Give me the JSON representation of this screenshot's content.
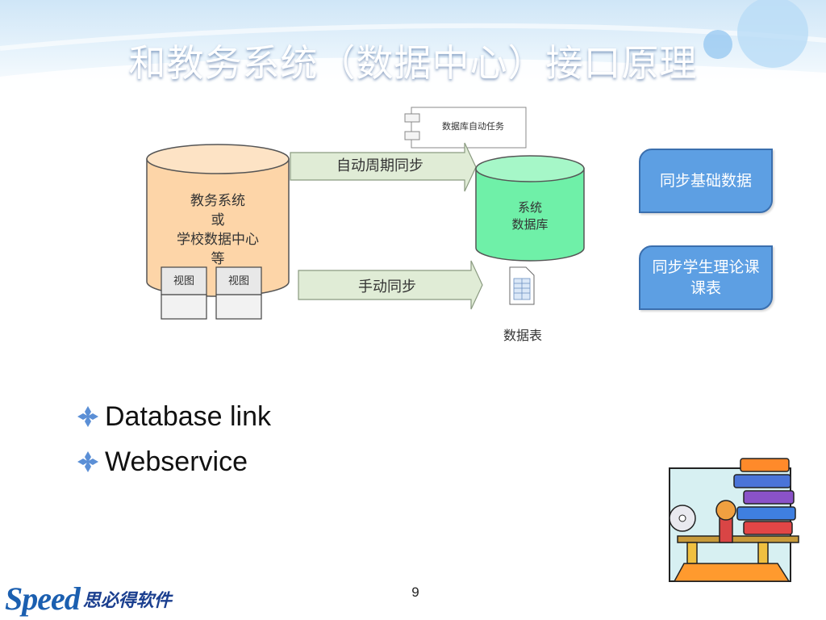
{
  "slide": {
    "title": "和教务系统（数据中心）接口原理",
    "page_number": "9"
  },
  "diagram": {
    "source_db": {
      "line1": "教务系统",
      "line2": "或",
      "line3": "学校数据中心",
      "line4": "等",
      "view_label_1": "视图",
      "view_label_2": "视图"
    },
    "auto_sync_label": "自动周期同步",
    "manual_sync_label": "手动同步",
    "db_task_label": "数据库自动任务",
    "target_db": {
      "line1": "系统",
      "line2": "数据库"
    },
    "table_label": "数据表"
  },
  "side_boxes": [
    {
      "label": "同步基础数据"
    },
    {
      "label": "同步学生理论课课表"
    }
  ],
  "bullets": [
    {
      "text": "Database link"
    },
    {
      "text": "Webservice"
    }
  ],
  "logo": {
    "word": "Speed",
    "cn": "思必得软件"
  },
  "colors": {
    "title_text": "#ffffff",
    "source_db_fill": "#fdd5a8",
    "target_db_fill": "#6ff0a8",
    "arrow_fill": "#e0ecd6",
    "side_box_fill": "#5d9fe3",
    "bullet_icon": "#5b8fd6"
  },
  "icons": {
    "bullet": "diamond-four-icon",
    "table": "spreadsheet-icon",
    "clipart": "books-scale-clipart"
  }
}
